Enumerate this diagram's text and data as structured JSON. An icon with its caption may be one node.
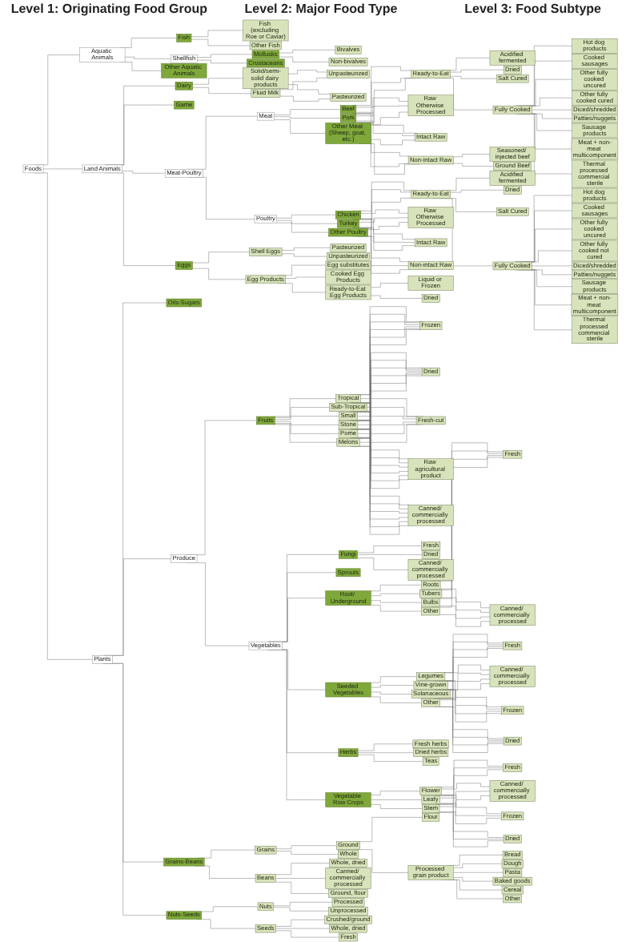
{
  "diagram": {
    "nodes": [
      {
        "text": [
          "Foods"
        ]
      },
      {
        "text": [
          "Aquatic Animals"
        ]
      },
      {
        "text": [
          "Fish"
        ]
      },
      {
        "text": [
          "Fish (excluding Roe or Caviar)"
        ]
      },
      {
        "text": [
          "Other Fish"
        ]
      },
      {
        "text": [
          "Shellfish"
        ]
      },
      {
        "text": [
          "Mollusks"
        ]
      },
      {
        "text": [
          "Bivalves"
        ]
      },
      {
        "text": [
          "Non-bivalves"
        ]
      },
      {
        "text": [
          "Crustaceans"
        ]
      },
      {
        "text": [
          "Other Aquatic Animals"
        ]
      },
      {
        "text": [
          "Land Animals"
        ]
      },
      {
        "text": [
          "Dairy"
        ]
      },
      {
        "text": [
          "Solid/semi-solid dairy products"
        ]
      },
      {
        "text": [
          "Fluid Milk"
        ]
      },
      {
        "text": [
          "Unpasteurized"
        ]
      },
      {
        "text": [
          "Pasteurized"
        ]
      },
      {
        "text": [
          "Game"
        ]
      },
      {
        "text": [
          "Meat-Poultry"
        ]
      },
      {
        "text": [
          "Meat"
        ]
      },
      {
        "text": [
          "Beef"
        ]
      },
      {
        "text": [
          "Pork"
        ]
      },
      {
        "text": [
          "Other Meat (Sheep, goat, etc.)"
        ]
      },
      {
        "text": [
          "Ready-to-Eat"
        ]
      },
      {
        "text": [
          "Acidified fermented"
        ]
      },
      {
        "text": [
          "Dried"
        ]
      },
      {
        "text": [
          "Salt Cured"
        ]
      },
      {
        "text": [
          "Fully Cooked"
        ]
      },
      {
        "text": [
          "Hot dog products"
        ]
      },
      {
        "text": [
          "Cooked sausages"
        ]
      },
      {
        "text": [
          "Other fully cooked uncured"
        ]
      },
      {
        "text": [
          "Other fully cooked cured"
        ]
      },
      {
        "text": [
          "Diced/shredded"
        ]
      },
      {
        "text": [
          "Patties/nuggets"
        ]
      },
      {
        "text": [
          "Sausage products"
        ]
      },
      {
        "text": [
          "Meat + non-meat multicomponent"
        ]
      },
      {
        "text": [
          "Thermal processed commercial sterile"
        ]
      },
      {
        "text": [
          "Raw Otherwise Processed"
        ]
      },
      {
        "text": [
          "Intact Raw"
        ]
      },
      {
        "text": [
          "Non-intact Raw"
        ]
      },
      {
        "text": [
          "Seasoned/ injected beef"
        ]
      },
      {
        "text": [
          "Ground Beef"
        ]
      },
      {
        "text": [
          "Poultry"
        ]
      },
      {
        "text": [
          "Chicken"
        ]
      },
      {
        "text": [
          "Turkey"
        ]
      },
      {
        "text": [
          "Other Poultry"
        ]
      },
      {
        "text": [
          "Ready-to-Eat"
        ]
      },
      {
        "text": [
          "Acidified fermented"
        ]
      },
      {
        "text": [
          "Dried"
        ]
      },
      {
        "text": [
          "Salt Cured"
        ]
      },
      {
        "text": [
          "Fully Cooked"
        ]
      },
      {
        "text": [
          "Hot dog products"
        ]
      },
      {
        "text": [
          "Cooked sausages"
        ]
      },
      {
        "text": [
          "Other fully cooked uncured"
        ]
      },
      {
        "text": [
          "Other fully cooked not cured"
        ]
      },
      {
        "text": [
          "Diced/shredded"
        ]
      },
      {
        "text": [
          "Patties/nuggets"
        ]
      },
      {
        "text": [
          "Sausage products"
        ]
      },
      {
        "text": [
          "Meat + non-meat multicomponent"
        ]
      },
      {
        "text": [
          "Thermal processed commercial sterile"
        ]
      },
      {
        "text": [
          "Raw Otherwise Processed"
        ]
      },
      {
        "text": [
          "Intact Raw"
        ]
      },
      {
        "text": [
          "Non-intact Raw"
        ]
      },
      {
        "text": [
          "Eggs"
        ]
      },
      {
        "text": [
          "Shell Eggs"
        ]
      },
      {
        "text": [
          "Pasteurized"
        ]
      },
      {
        "text": [
          "Unpasteurized"
        ]
      },
      {
        "text": [
          "Egg Products"
        ]
      },
      {
        "text": [
          "Egg substitutes"
        ]
      },
      {
        "text": [
          "Cooked Egg Products"
        ]
      },
      {
        "text": [
          "Ready-to-Eat Egg Products"
        ]
      },
      {
        "text": [
          "Liquid or Frozen"
        ]
      },
      {
        "text": [
          "Dried"
        ]
      },
      {
        "text": [
          "Plants"
        ]
      },
      {
        "text": [
          "Oils-Sugars"
        ]
      },
      {
        "text": [
          "Produce"
        ]
      },
      {
        "text": [
          "Fruits"
        ]
      },
      {
        "text": [
          "Tropical"
        ]
      },
      {
        "text": [
          "Sub-Tropical"
        ]
      },
      {
        "text": [
          "Small"
        ]
      },
      {
        "text": [
          "Stone"
        ]
      },
      {
        "text": [
          "Pome"
        ]
      },
      {
        "text": [
          "Melons"
        ]
      },
      {
        "text": [
          "Frozen"
        ]
      },
      {
        "text": [
          "Dried"
        ]
      },
      {
        "text": [
          "Fresh-cut"
        ]
      },
      {
        "text": [
          "Raw agricultural product"
        ]
      },
      {
        "text": [
          "Canned/ commercially processed"
        ]
      },
      {
        "text": [
          "Vegetables"
        ]
      },
      {
        "text": [
          "Fungi"
        ]
      },
      {
        "text": [
          "Fresh"
        ]
      },
      {
        "text": [
          "Dried"
        ]
      },
      {
        "text": [
          "Canned/ commercially processed"
        ]
      },
      {
        "text": [
          "Sprouts"
        ]
      },
      {
        "text": [
          "Root/ Underground"
        ]
      },
      {
        "text": [
          "Roots"
        ]
      },
      {
        "text": [
          "Tubers"
        ]
      },
      {
        "text": [
          "Bulbs"
        ]
      },
      {
        "text": [
          "Other"
        ]
      },
      {
        "text": [
          "Fresh"
        ]
      },
      {
        "text": [
          "Canned/ commercially processed"
        ]
      },
      {
        "text": [
          "Seeded Vegetables"
        ]
      },
      {
        "text": [
          "Legumes"
        ]
      },
      {
        "text": [
          "Vine-grown"
        ]
      },
      {
        "text": [
          "Solanaceous"
        ]
      },
      {
        "text": [
          "Other"
        ]
      },
      {
        "text": [
          "Fresh"
        ]
      },
      {
        "text": [
          "Canned/ commercially processed"
        ]
      },
      {
        "text": [
          "Frozen"
        ]
      },
      {
        "text": [
          "Dried"
        ]
      },
      {
        "text": [
          "Herbs"
        ]
      },
      {
        "text": [
          "Fresh herbs"
        ]
      },
      {
        "text": [
          "Dried herbs"
        ]
      },
      {
        "text": [
          "Teas"
        ]
      },
      {
        "text": [
          "Vegetable Row Crops"
        ]
      },
      {
        "text": [
          "Flower"
        ]
      },
      {
        "text": [
          "Leafy"
        ]
      },
      {
        "text": [
          "Stem"
        ]
      },
      {
        "text": [
          "Fresh"
        ]
      },
      {
        "text": [
          "Canned/ commercially processed"
        ]
      },
      {
        "text": [
          "Frozen"
        ]
      },
      {
        "text": [
          "Dried"
        ]
      },
      {
        "text": [
          "Grains-Beans"
        ]
      },
      {
        "text": [
          "Grains"
        ]
      },
      {
        "text": [
          "Ground"
        ]
      },
      {
        "text": [
          "Flour"
        ]
      },
      {
        "text": [
          "Processed grain product"
        ]
      },
      {
        "text": [
          "Bread"
        ]
      },
      {
        "text": [
          "Dough"
        ]
      },
      {
        "text": [
          "Pasta"
        ]
      },
      {
        "text": [
          "Baked goods"
        ]
      },
      {
        "text": [
          "Cereal"
        ]
      },
      {
        "text": [
          "Other"
        ]
      },
      {
        "text": [
          "Whole"
        ]
      },
      {
        "text": [
          "Beans"
        ]
      },
      {
        "text": [
          "Whole, dried"
        ]
      },
      {
        "text": [
          "Canned/ commercially processed"
        ]
      },
      {
        "text": [
          "Ground, flour"
        ]
      },
      {
        "text": [
          "Nuts-Seeds"
        ]
      },
      {
        "text": [
          "Nuts"
        ]
      },
      {
        "text": [
          "Processed"
        ]
      },
      {
        "text": [
          "Unprocessed"
        ]
      },
      {
        "text": [
          "Seeds"
        ]
      },
      {
        "text": [
          "Crushed/ground"
        ]
      },
      {
        "text": [
          "Whole, dried"
        ]
      },
      {
        "text": [
          "Fresh"
        ]
      }
    ],
    "edges": [
      {
        "from": 0,
        "to": 1,
        "arrow": "none"
      },
      {
        "from": 1,
        "to": 2,
        "arrow": "none"
      },
      {
        "from": 2,
        "to": 3,
        "arrow": "none"
      },
      {
        "from": 2,
        "to": 4,
        "arrow": "none"
      },
      {
        "from": 1,
        "to": 5,
        "arrow": "none"
      },
      {
        "from": 5,
        "to": 6,
        "arrow": "none"
      },
      {
        "from": 6,
        "to": 7,
        "arrow": "none"
      },
      {
        "from": 6,
        "to": 8,
        "arrow": "none"
      },
      {
        "from": 5,
        "to": 9,
        "arrow": "none"
      },
      {
        "from": 1,
        "to": 10,
        "arrow": "none"
      },
      {
        "from": 0,
        "to": 11,
        "arrow": "none"
      },
      {
        "from": 11,
        "to": 12,
        "arrow": "none"
      },
      {
        "from": 12,
        "to": 13,
        "arrow": "none"
      },
      {
        "from": 12,
        "to": 14,
        "arrow": "none"
      },
      {
        "from": 13,
        "to": 15,
        "arrow": "none"
      },
      {
        "from": 13,
        "to": 16,
        "arrow": "none"
      },
      {
        "from": 14,
        "to": 15,
        "arrow": "none"
      },
      {
        "from": 14,
        "to": 16,
        "arrow": "none"
      },
      {
        "from": 11,
        "to": 17,
        "arrow": "none"
      },
      {
        "from": 11,
        "to": 18,
        "arrow": "none"
      },
      {
        "from": 18,
        "to": 19,
        "arrow": "none"
      },
      {
        "from": 19,
        "to": 20,
        "arrow": "none"
      },
      {
        "from": 19,
        "to": 21,
        "arrow": "none"
      },
      {
        "from": 19,
        "to": 22,
        "arrow": "none"
      },
      {
        "from": 20,
        "to": 23,
        "arrow": "none"
      },
      {
        "from": 20,
        "to": 37,
        "arrow": "none"
      },
      {
        "from": 20,
        "to": 38,
        "arrow": "none"
      },
      {
        "from": 20,
        "to": 39,
        "arrow": "none"
      },
      {
        "from": 21,
        "to": 23,
        "arrow": "none"
      },
      {
        "from": 21,
        "to": 37,
        "arrow": "none"
      },
      {
        "from": 21,
        "to": 38,
        "arrow": "none"
      },
      {
        "from": 21,
        "to": 39,
        "arrow": "none"
      },
      {
        "from": 22,
        "to": 23,
        "arrow": "none"
      },
      {
        "from": 22,
        "to": 37,
        "arrow": "none"
      },
      {
        "from": 22,
        "to": 38,
        "arrow": "none"
      },
      {
        "from": 22,
        "to": 39,
        "arrow": "none"
      },
      {
        "from": 23,
        "to": 24,
        "arrow": "none"
      },
      {
        "from": 23,
        "to": 25,
        "arrow": "none"
      },
      {
        "from": 23,
        "to": 26,
        "arrow": "none"
      },
      {
        "from": 23,
        "to": 27,
        "arrow": "none"
      },
      {
        "from": 27,
        "to": 28,
        "arrow": "none"
      },
      {
        "from": 27,
        "to": 29,
        "arrow": "none"
      },
      {
        "from": 27,
        "to": 30,
        "arrow": "none"
      },
      {
        "from": 27,
        "to": 31,
        "arrow": "none"
      },
      {
        "from": 27,
        "to": 32,
        "arrow": "none"
      },
      {
        "from": 27,
        "to": 33,
        "arrow": "none"
      },
      {
        "from": 27,
        "to": 34,
        "arrow": "none"
      },
      {
        "from": 27,
        "to": 35,
        "arrow": "none"
      },
      {
        "from": 27,
        "to": 36,
        "arrow": "none"
      },
      {
        "from": 39,
        "to": 40,
        "arrow": "none"
      },
      {
        "from": 39,
        "to": 41,
        "arrow": "none"
      },
      {
        "from": 18,
        "to": 42,
        "arrow": "none"
      },
      {
        "from": 42,
        "to": 43,
        "arrow": "none"
      },
      {
        "from": 42,
        "to": 44,
        "arrow": "none"
      },
      {
        "from": 42,
        "to": 45,
        "arrow": "none"
      },
      {
        "from": 43,
        "to": 46,
        "arrow": "none"
      },
      {
        "from": 43,
        "to": 60,
        "arrow": "none"
      },
      {
        "from": 43,
        "to": 61,
        "arrow": "none"
      },
      {
        "from": 43,
        "to": 62,
        "arrow": "none"
      },
      {
        "from": 44,
        "to": 46,
        "arrow": "none"
      },
      {
        "from": 44,
        "to": 60,
        "arrow": "none"
      },
      {
        "from": 44,
        "to": 61,
        "arrow": "none"
      },
      {
        "from": 44,
        "to": 62,
        "arrow": "none"
      },
      {
        "from": 45,
        "to": 46,
        "arrow": "none"
      },
      {
        "from": 45,
        "to": 60,
        "arrow": "none"
      },
      {
        "from": 45,
        "to": 61,
        "arrow": "none"
      },
      {
        "from": 45,
        "to": 62,
        "arrow": "none"
      },
      {
        "from": 46,
        "to": 47,
        "arrow": "none"
      },
      {
        "from": 46,
        "to": 48,
        "arrow": "none"
      },
      {
        "from": 46,
        "to": 49,
        "arrow": "none"
      },
      {
        "from": 46,
        "to": 50,
        "arrow": "none"
      },
      {
        "from": 50,
        "to": 51,
        "arrow": "none"
      },
      {
        "from": 50,
        "to": 52,
        "arrow": "none"
      },
      {
        "from": 50,
        "to": 53,
        "arrow": "none"
      },
      {
        "from": 50,
        "to": 54,
        "arrow": "none"
      },
      {
        "from": 50,
        "to": 55,
        "arrow": "none"
      },
      {
        "from": 50,
        "to": 56,
        "arrow": "none"
      },
      {
        "from": 50,
        "to": 57,
        "arrow": "none"
      },
      {
        "from": 50,
        "to": 58,
        "arrow": "none"
      },
      {
        "from": 50,
        "to": 59,
        "arrow": "none"
      },
      {
        "from": 11,
        "to": 63,
        "arrow": "none"
      },
      {
        "from": 63,
        "to": 64,
        "arrow": "none"
      },
      {
        "from": 64,
        "to": 65,
        "arrow": "none"
      },
      {
        "from": 64,
        "to": 66,
        "arrow": "none"
      },
      {
        "from": 63,
        "to": 67,
        "arrow": "none"
      },
      {
        "from": 67,
        "to": 68,
        "arrow": "none"
      },
      {
        "from": 67,
        "to": 69,
        "arrow": "none"
      },
      {
        "from": 67,
        "to": 70,
        "arrow": "none"
      },
      {
        "from": 70,
        "to": 71,
        "arrow": "none"
      },
      {
        "from": 70,
        "to": 72,
        "arrow": "none"
      },
      {
        "from": 0,
        "to": 73,
        "arrow": "none"
      },
      {
        "from": 73,
        "to": 74,
        "arrow": "none"
      },
      {
        "from": 73,
        "to": 75,
        "arrow": "none"
      },
      {
        "from": 75,
        "to": 76,
        "arrow": "none"
      },
      {
        "from": 76,
        "to": 77,
        "arrow": "none"
      },
      {
        "from": 76,
        "to": 78,
        "arrow": "none"
      },
      {
        "from": 76,
        "to": 79,
        "arrow": "none"
      },
      {
        "from": 76,
        "to": 80,
        "arrow": "none"
      },
      {
        "from": 76,
        "to": 81,
        "arrow": "none"
      },
      {
        "from": 76,
        "to": 82,
        "arrow": "none"
      },
      {
        "from": 77,
        "to": 83,
        "arrow": "none"
      },
      {
        "from": 77,
        "to": 84,
        "arrow": "none"
      },
      {
        "from": 77,
        "to": 85,
        "arrow": "none"
      },
      {
        "from": 77,
        "to": 86,
        "arrow": "none"
      },
      {
        "from": 77,
        "to": 87,
        "arrow": "none"
      },
      {
        "from": 78,
        "to": 83,
        "arrow": "none"
      },
      {
        "from": 78,
        "to": 84,
        "arrow": "none"
      },
      {
        "from": 78,
        "to": 85,
        "arrow": "none"
      },
      {
        "from": 78,
        "to": 86,
        "arrow": "none"
      },
      {
        "from": 78,
        "to": 87,
        "arrow": "none"
      },
      {
        "from": 79,
        "to": 83,
        "arrow": "none"
      },
      {
        "from": 79,
        "to": 84,
        "arrow": "none"
      },
      {
        "from": 79,
        "to": 85,
        "arrow": "none"
      },
      {
        "from": 79,
        "to": 86,
        "arrow": "none"
      },
      {
        "from": 79,
        "to": 87,
        "arrow": "none"
      },
      {
        "from": 80,
        "to": 83,
        "arrow": "none"
      },
      {
        "from": 80,
        "to": 84,
        "arrow": "none"
      },
      {
        "from": 80,
        "to": 85,
        "arrow": "none"
      },
      {
        "from": 80,
        "to": 86,
        "arrow": "none"
      },
      {
        "from": 80,
        "to": 87,
        "arrow": "none"
      },
      {
        "from": 81,
        "to": 83,
        "arrow": "none"
      },
      {
        "from": 81,
        "to": 84,
        "arrow": "none"
      },
      {
        "from": 81,
        "to": 85,
        "arrow": "none"
      },
      {
        "from": 81,
        "to": 86,
        "arrow": "none"
      },
      {
        "from": 81,
        "to": 87,
        "arrow": "none"
      },
      {
        "from": 82,
        "to": 83,
        "arrow": "none"
      },
      {
        "from": 82,
        "to": 84,
        "arrow": "none"
      },
      {
        "from": 82,
        "to": 85,
        "arrow": "none"
      },
      {
        "from": 82,
        "to": 86,
        "arrow": "none"
      },
      {
        "from": 82,
        "to": 87,
        "arrow": "none"
      },
      {
        "from": 75,
        "to": 88,
        "arrow": "none"
      },
      {
        "from": 88,
        "to": 89,
        "arrow": "none"
      },
      {
        "from": 89,
        "to": 90,
        "arrow": "none"
      },
      {
        "from": 89,
        "to": 91,
        "arrow": "none"
      },
      {
        "from": 89,
        "to": 92,
        "arrow": "none"
      },
      {
        "from": 88,
        "to": 93,
        "arrow": "none"
      },
      {
        "from": 88,
        "to": 94,
        "arrow": "none"
      },
      {
        "from": 94,
        "to": 95,
        "arrow": "none"
      },
      {
        "from": 94,
        "to": 96,
        "arrow": "none"
      },
      {
        "from": 94,
        "to": 97,
        "arrow": "none"
      },
      {
        "from": 94,
        "to": 98,
        "arrow": "none"
      },
      {
        "from": 95,
        "to": 99,
        "arrow": "none"
      },
      {
        "from": 95,
        "to": 100,
        "arrow": "none"
      },
      {
        "from": 96,
        "to": 99,
        "arrow": "none"
      },
      {
        "from": 96,
        "to": 100,
        "arrow": "none"
      },
      {
        "from": 97,
        "to": 99,
        "arrow": "none"
      },
      {
        "from": 97,
        "to": 100,
        "arrow": "none"
      },
      {
        "from": 98,
        "to": 99,
        "arrow": "none"
      },
      {
        "from": 98,
        "to": 100,
        "arrow": "none"
      },
      {
        "from": 88,
        "to": 101,
        "arrow": "none"
      },
      {
        "from": 101,
        "to": 102,
        "arrow": "none"
      },
      {
        "from": 101,
        "to": 103,
        "arrow": "none"
      },
      {
        "from": 101,
        "to": 104,
        "arrow": "none"
      },
      {
        "from": 101,
        "to": 105,
        "arrow": "none"
      },
      {
        "from": 102,
        "to": 106,
        "arrow": "none"
      },
      {
        "from": 102,
        "to": 107,
        "arrow": "none"
      },
      {
        "from": 102,
        "to": 108,
        "arrow": "none"
      },
      {
        "from": 102,
        "to": 109,
        "arrow": "none"
      },
      {
        "from": 103,
        "to": 106,
        "arrow": "none"
      },
      {
        "from": 103,
        "to": 107,
        "arrow": "none"
      },
      {
        "from": 103,
        "to": 108,
        "arrow": "none"
      },
      {
        "from": 103,
        "to": 109,
        "arrow": "none"
      },
      {
        "from": 104,
        "to": 106,
        "arrow": "none"
      },
      {
        "from": 104,
        "to": 107,
        "arrow": "none"
      },
      {
        "from": 104,
        "to": 108,
        "arrow": "none"
      },
      {
        "from": 104,
        "to": 109,
        "arrow": "none"
      },
      {
        "from": 105,
        "to": 106,
        "arrow": "none"
      },
      {
        "from": 105,
        "to": 107,
        "arrow": "none"
      },
      {
        "from": 105,
        "to": 108,
        "arrow": "none"
      },
      {
        "from": 105,
        "to": 109,
        "arrow": "none"
      },
      {
        "from": 88,
        "to": 110,
        "arrow": "none"
      },
      {
        "from": 110,
        "to": 111,
        "arrow": "none"
      },
      {
        "from": 110,
        "to": 112,
        "arrow": "none"
      },
      {
        "from": 110,
        "to": 113,
        "arrow": "none"
      },
      {
        "from": 88,
        "to": 114,
        "arrow": "none"
      },
      {
        "from": 114,
        "to": 115,
        "arrow": "none"
      },
      {
        "from": 114,
        "to": 116,
        "arrow": "none"
      },
      {
        "from": 114,
        "to": 117,
        "arrow": "none"
      },
      {
        "from": 115,
        "to": 118,
        "arrow": "none"
      },
      {
        "from": 115,
        "to": 119,
        "arrow": "none"
      },
      {
        "from": 115,
        "to": 120,
        "arrow": "none"
      },
      {
        "from": 115,
        "to": 121,
        "arrow": "none"
      },
      {
        "from": 116,
        "to": 118,
        "arrow": "none"
      },
      {
        "from": 116,
        "to": 119,
        "arrow": "none"
      },
      {
        "from": 116,
        "to": 120,
        "arrow": "none"
      },
      {
        "from": 116,
        "to": 121,
        "arrow": "none"
      },
      {
        "from": 117,
        "to": 118,
        "arrow": "none"
      },
      {
        "from": 117,
        "to": 119,
        "arrow": "none"
      },
      {
        "from": 117,
        "to": 120,
        "arrow": "none"
      },
      {
        "from": 117,
        "to": 121,
        "arrow": "none"
      },
      {
        "from": 73,
        "to": 122,
        "arrow": "none"
      },
      {
        "from": 122,
        "to": 123,
        "arrow": "none"
      },
      {
        "from": 123,
        "to": 124,
        "arrow": "none"
      },
      {
        "from": 124,
        "to": 125,
        "arrow": "none"
      },
      {
        "from": 124,
        "to": 126,
        "arrow": "none"
      },
      {
        "from": 126,
        "to": 127,
        "arrow": "none"
      },
      {
        "from": 126,
        "to": 128,
        "arrow": "none"
      },
      {
        "from": 126,
        "to": 129,
        "arrow": "none"
      },
      {
        "from": 126,
        "to": 130,
        "arrow": "none"
      },
      {
        "from": 126,
        "to": 131,
        "arrow": "none"
      },
      {
        "from": 126,
        "to": 132,
        "arrow": "none"
      },
      {
        "from": 123,
        "to": 133,
        "arrow": "none"
      },
      {
        "from": 122,
        "to": 134,
        "arrow": "none"
      },
      {
        "from": 134,
        "to": 135,
        "arrow": "none"
      },
      {
        "from": 134,
        "to": 136,
        "arrow": "none"
      },
      {
        "from": 134,
        "to": 137,
        "arrow": "none"
      },
      {
        "from": 73,
        "to": 138,
        "arrow": "none"
      },
      {
        "from": 138,
        "to": 139,
        "arrow": "none"
      },
      {
        "from": 139,
        "to": 140,
        "arrow": "none"
      },
      {
        "from": 139,
        "to": 141,
        "arrow": "none"
      },
      {
        "from": 138,
        "to": 142,
        "arrow": "none"
      },
      {
        "from": 142,
        "to": 143,
        "arrow": "none"
      },
      {
        "from": 142,
        "to": 144,
        "arrow": "none"
      },
      {
        "from": 142,
        "to": 145,
        "arrow": "none"
      }
    ],
    "labels": [
      "Level 1: Originating Food Group",
      "Level 2: Major Food Type",
      "Level 3: Food Subtype"
    ]
  }
}
